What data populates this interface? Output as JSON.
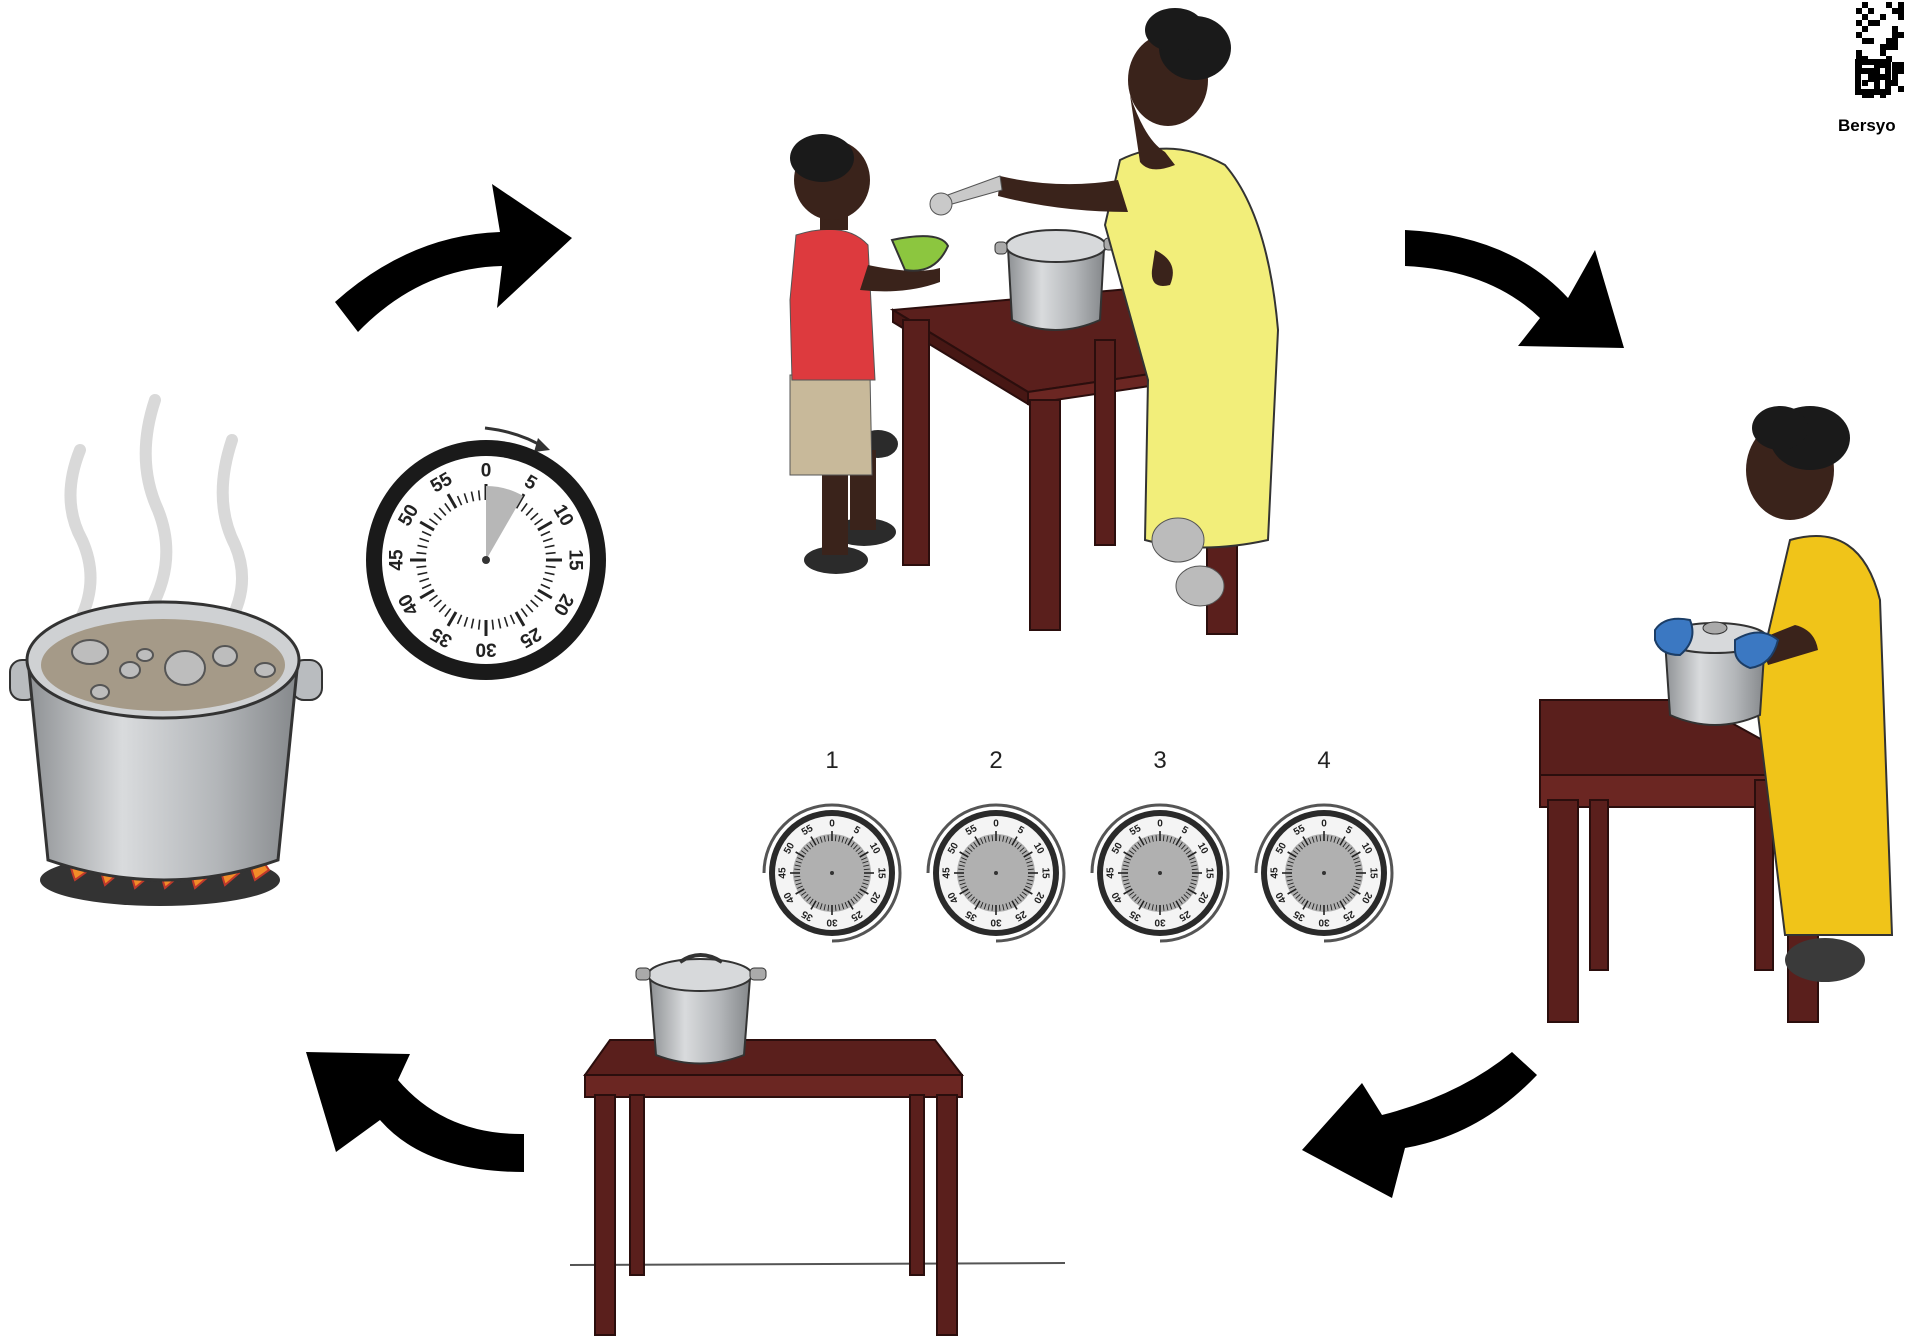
{
  "brand": {
    "qr_label": "Bersyo"
  },
  "timer_large": {
    "dial_numbers": [
      "0",
      "5",
      "10",
      "15",
      "20",
      "25",
      "30",
      "35",
      "40",
      "45",
      "50",
      "55"
    ],
    "set_minutes": 5
  },
  "timers_row": [
    {
      "step_label": "1",
      "dial_numbers": [
        "0",
        "5",
        "10",
        "15",
        "20",
        "25",
        "30",
        "35",
        "40",
        "45",
        "50",
        "55"
      ]
    },
    {
      "step_label": "2",
      "dial_numbers": [
        "0",
        "5",
        "10",
        "15",
        "20",
        "25",
        "30",
        "35",
        "40",
        "45",
        "50",
        "55"
      ]
    },
    {
      "step_label": "3",
      "dial_numbers": [
        "0",
        "5",
        "10",
        "15",
        "20",
        "25",
        "30",
        "35",
        "40",
        "45",
        "50",
        "55"
      ]
    },
    {
      "step_label": "4",
      "dial_numbers": [
        "0",
        "5",
        "10",
        "15",
        "20",
        "25",
        "30",
        "35",
        "40",
        "45",
        "50",
        "55"
      ]
    }
  ],
  "scenes": [
    {
      "id": "boiling-pot"
    },
    {
      "id": "serving-food"
    },
    {
      "id": "lifting-pot"
    },
    {
      "id": "pot-on-table"
    }
  ],
  "colors": {
    "arrow": "#000000",
    "table_wood": "#5a1f1c",
    "dress_yellow": "#f2ee7a",
    "dress_gold": "#f0c419",
    "shirt_red": "#dd3a3e",
    "shorts_khaki": "#c8b99a",
    "bowl_green": "#8cc63f",
    "pot_steel": "#b9bcbf",
    "flame_orange": "#f28c28",
    "mitt_blue": "#3b78c2",
    "skin": "#3a231b"
  }
}
